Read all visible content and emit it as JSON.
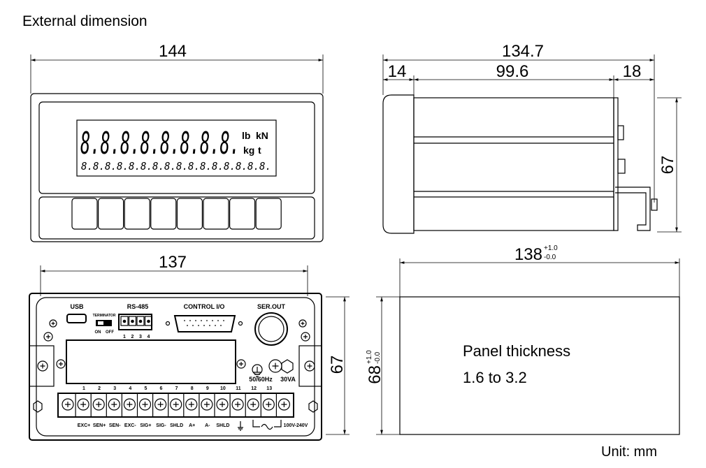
{
  "title": "External dimension",
  "unit_note": "Unit: mm",
  "front_view": {
    "width": "144",
    "lcd_units": [
      "lb",
      "kN",
      "kg",
      "t"
    ],
    "lcd_main_digits": "8.8.8.8.8.8.8.8.",
    "lcd_sub_digits": "8.8.8.8.8.8.8.8.8.8.8.8.8.8.8.8.",
    "button_count": 8
  },
  "side_view": {
    "total_depth": "134.7",
    "bezel_depth": "14",
    "body_depth": "99.6",
    "rear_depth": "18",
    "height": "67"
  },
  "rear_view": {
    "width": "137",
    "height": "67",
    "labels": {
      "usb": "USB",
      "rs485": "RS-485",
      "control_io": "CONTROL  I/O",
      "ser_out": "SER.OUT",
      "terminator": "TERMINATOR",
      "on": "ON",
      "off": "OFF",
      "frequency": "50/60Hz",
      "power": "30VA",
      "voltage": "100V-240V"
    },
    "rs485_pins": [
      "1",
      "2",
      "3",
      "4"
    ],
    "terminal_numbers": [
      "1",
      "2",
      "3",
      "4",
      "5",
      "6",
      "7",
      "8",
      "9",
      "10",
      "11",
      "12",
      "13"
    ],
    "terminal_labels": [
      "EXC+",
      "SEN+",
      "SEN-",
      "EXC-",
      "SIG+",
      "SIG-",
      "SHLD",
      "A+",
      "A-",
      "SHLD"
    ]
  },
  "panel_cutout": {
    "width": "138",
    "width_tol_plus": "+1.0",
    "width_tol_minus": "-0.0",
    "height": "68",
    "height_tol_plus": "+1.0",
    "height_tol_minus": "-0.0",
    "thickness_label": "Panel thickness",
    "thickness_value": "1.6 to 3.2"
  }
}
